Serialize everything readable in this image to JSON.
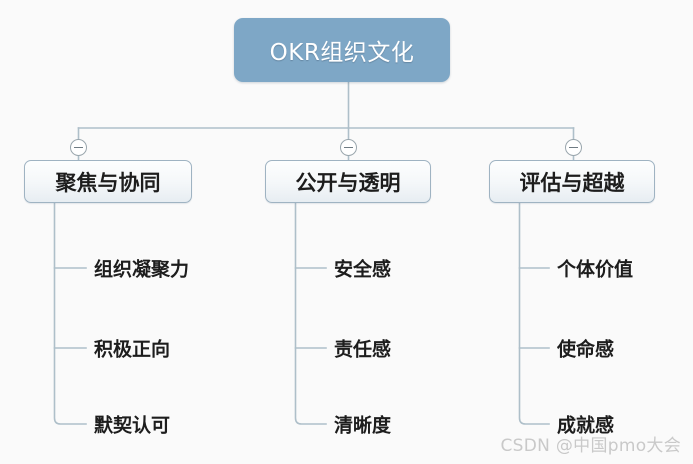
{
  "diagram": {
    "title": "OKR组织文化",
    "background_color": "#fafafa",
    "root": {
      "label": "OKR组织文化",
      "fill_color": "#7ea7c6",
      "text_color": "#ffffff"
    },
    "connector_color": "#aebfc9",
    "branches": [
      {
        "label": "聚焦与协同",
        "toggle_icon": "minus-circle-icon",
        "toggle_state": "expanded",
        "leaves": [
          "组织凝聚力",
          "积极正向",
          "默契认可"
        ]
      },
      {
        "label": "公开与透明",
        "toggle_icon": "minus-circle-icon",
        "toggle_state": "expanded",
        "leaves": [
          "安全感",
          "责任感",
          "清晰度"
        ]
      },
      {
        "label": "评估与超越",
        "toggle_icon": "minus-circle-icon",
        "toggle_state": "expanded",
        "leaves": [
          "个体价值",
          "使命感",
          "成就感"
        ]
      }
    ]
  },
  "watermark": {
    "text": "CSDN @中国pmo大会"
  }
}
